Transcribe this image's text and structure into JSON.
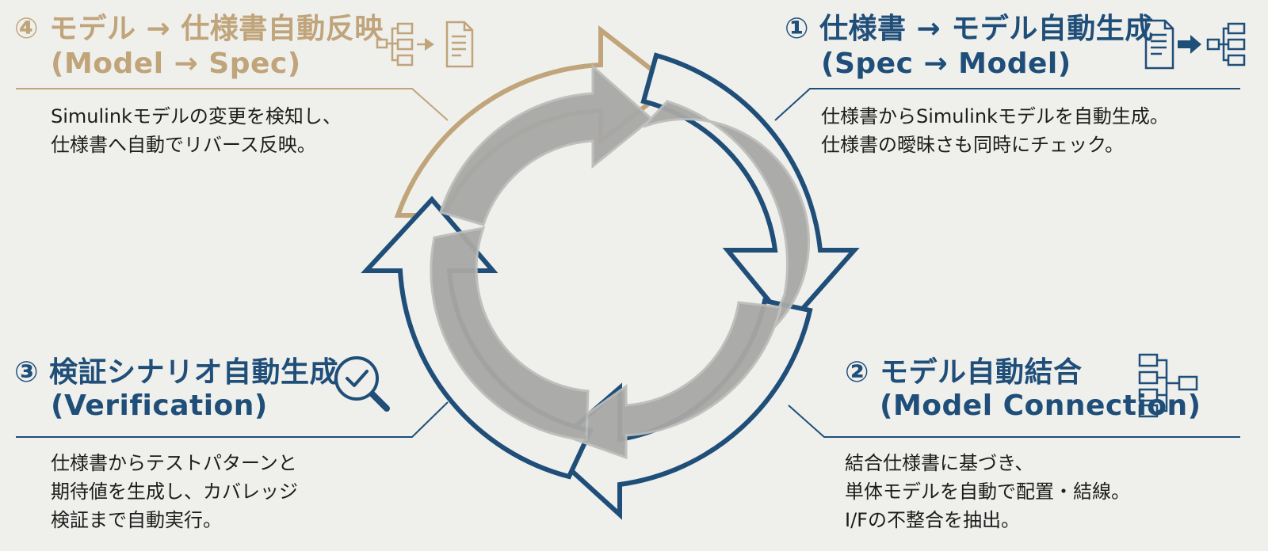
{
  "steps": {
    "step4": {
      "title_line1": "④ モデル → 仕様書自動反映",
      "title_line2": "(Model → Spec)",
      "desc_line1": "Simulinkモデルの変更を検知し、",
      "desc_line2": "仕様書へ自動でリバース反映。",
      "icon": "model-to-document-icon"
    },
    "step1": {
      "title_line1": "① 仕様書 → モデル自動生成",
      "title_line2": "(Spec → Model)",
      "desc_line1": "仕様書からSimulinkモデルを自動生成。",
      "desc_line2": "仕様書の曖昧さも同時にチェック。",
      "icon": "document-to-model-icon"
    },
    "step3": {
      "title_line1": "③ 検証シナリオ自動生成",
      "title_line2": "(Verification)",
      "desc_line1": "仕様書からテストパターンと",
      "desc_line2": "期待値を生成し、カバレッジ",
      "desc_line3": "検証まで自動実行。",
      "icon": "magnifier-check-icon"
    },
    "step2": {
      "title_line1": "② モデル自動結合",
      "title_line2": "(Model Connection)",
      "desc_line1": "結合仕様書に基づき、",
      "desc_line2": "単体モデルを自動で配置・結線。",
      "desc_line3": "I/Fの不整合を抽出。",
      "icon": "block-connection-icon"
    }
  },
  "colors": {
    "navy": "#1f4e79",
    "gold": "#c0a47a",
    "gray_ring": "#a8a8a6",
    "background": "#efefec"
  }
}
